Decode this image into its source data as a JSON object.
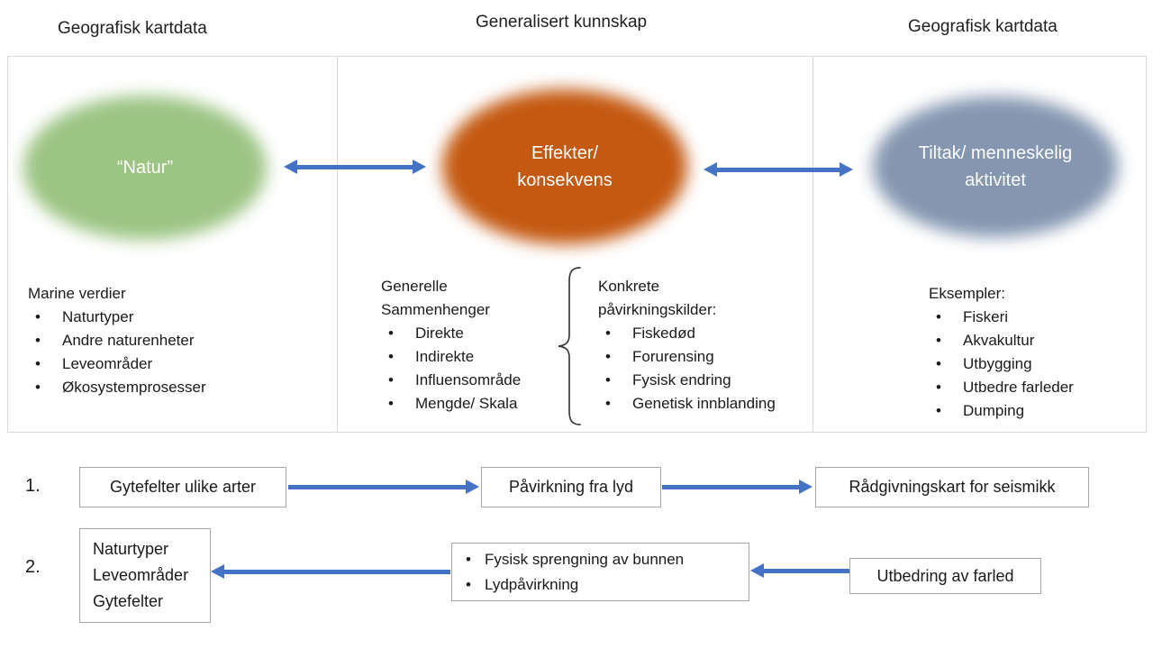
{
  "headers": [
    {
      "label": "Geografisk kartdata"
    },
    {
      "label": "Generalisert kunnskap"
    },
    {
      "label": "Geografisk kartdata"
    }
  ],
  "ellipses": {
    "natur": {
      "label": "“Natur”"
    },
    "effekter": {
      "line1": "Effekter/",
      "line2": "konsekvens"
    },
    "tiltak": {
      "line1": "Tiltak/ menneskelig",
      "line2": "aktivitet"
    }
  },
  "lists": {
    "marine": {
      "title": "Marine verdier",
      "items": [
        "Naturtyper",
        "Andre naturenheter",
        "Leveområder",
        "Økosystemprosesser"
      ]
    },
    "generelle": {
      "title_line1": "Generelle",
      "title_line2": "Sammenhenger",
      "items": [
        "Direkte",
        "Indirekte",
        "Influensområde",
        "Mengde/ Skala"
      ]
    },
    "konkrete": {
      "title_line1": "Konkrete",
      "title_line2": "påvirkningskilder:",
      "items": [
        "Fiskedød",
        "Forurensing",
        "Fysisk endring",
        "Genetisk innblanding"
      ]
    },
    "eksempler": {
      "title": "Eksempler:",
      "items": [
        "Fiskeri",
        "Akvakultur",
        "Utbygging",
        "Utbedre farleder",
        "Dumping"
      ]
    }
  },
  "rows": [
    {
      "number": "1.",
      "box1": "Gytefelter ulike arter",
      "box2": "Påvirkning fra lyd",
      "box3": "Rådgivningskart for seismikk"
    },
    {
      "number": "2.",
      "box1_lines": [
        "Naturtyper",
        "Leveområder",
        "Gytefelter"
      ],
      "box2_items": [
        "Fysisk sprengning av bunnen",
        "Lydpåvirkning"
      ],
      "box3": "Utbedring av farled"
    }
  ],
  "colors": {
    "arrow": "#4472C4",
    "green": "#9CC483",
    "orange": "#C45911",
    "blue_gray": "#8496B0",
    "border": "#D9D9D9"
  }
}
